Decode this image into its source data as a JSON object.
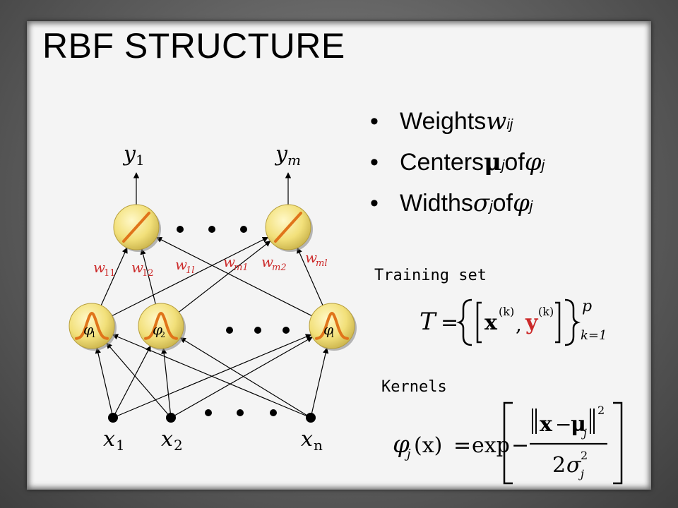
{
  "slide": {
    "title": "RBF STRUCTURE",
    "bullets": [
      {
        "text": "Weights ",
        "sym": "w",
        "sub": "ij",
        "tail": "",
        "sym2": "",
        "sub2": ""
      },
      {
        "text": "Centers ",
        "sym": "μ",
        "sub": "j",
        "tail": " of ",
        "sym2": "φ",
        "sub2": "j"
      },
      {
        "text": "Widths ",
        "sym": "σ",
        "sub": "j",
        "tail": " of ",
        "sym2": "φ",
        "sub2": "j"
      }
    ],
    "training_label": "Training set",
    "kernels_label": "Kernels"
  },
  "diagram": {
    "outputs": [
      {
        "sym": "y",
        "sub": "1"
      },
      {
        "sym": "y",
        "sub": "m"
      }
    ],
    "hidden": [
      {
        "sym": "φ",
        "sub": "1"
      },
      {
        "sym": "φ",
        "sub": "2"
      },
      {
        "sym": "φ",
        "sub": "l"
      }
    ],
    "inputs": [
      {
        "sym": "x",
        "sub": "1"
      },
      {
        "sym": "x",
        "sub": "2"
      },
      {
        "sym": "x",
        "sub": "n"
      }
    ],
    "weights": [
      {
        "sym": "w",
        "sub": "11"
      },
      {
        "sym": "w",
        "sub": "12"
      },
      {
        "sym": "w",
        "sub": "1l"
      },
      {
        "sym": "w",
        "sub": "m1"
      },
      {
        "sym": "w",
        "sub": "m2"
      },
      {
        "sym": "w",
        "sub": "ml"
      }
    ],
    "colors": {
      "output_node": "#f2e07a",
      "hidden_node": "#f2e07a",
      "edge": "#000000",
      "gaussian": "#e0741a",
      "linear": "#e0741a",
      "weight_label": "#cc2a2a"
    }
  },
  "formulas": {
    "training": {
      "T": "T",
      "eq": "=",
      "x": "x",
      "k": "(k)",
      "sep": ",",
      "y": "y",
      "k2": "(k)",
      "p": "p",
      "lower": "k=1"
    },
    "kernel": {
      "phi": "φ",
      "j": "j",
      "arg": "(x)",
      "eq": "=",
      "exp": "exp",
      "minus": "−",
      "x": "x",
      "mu": "μ",
      "mu_sub": "j",
      "sq": "2",
      "two": "2",
      "sigma": "σ",
      "sigma_sub": "j",
      "sigma_sq": "2"
    }
  }
}
